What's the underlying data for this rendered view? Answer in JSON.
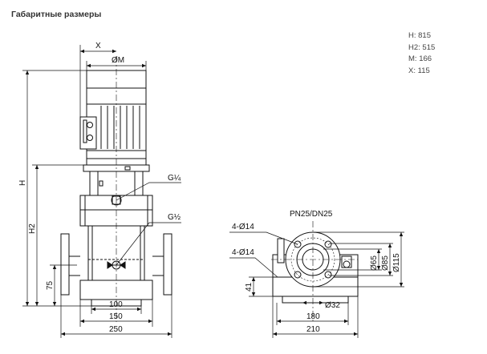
{
  "heading": "Габаритные размеры",
  "specs": [
    "H: 815",
    "H2: 515",
    "M: 166",
    "X: 115"
  ],
  "front_view": {
    "dim_x": "X",
    "dim_m": "ØM",
    "dim_h": "H",
    "dim_h2": "H2",
    "dim_75": "75",
    "port_top": "G¼",
    "port_bottom": "G½",
    "dim_100": "100",
    "dim_150": "150",
    "dim_250": "250"
  },
  "flange_view": {
    "pn": "PN25/DN25",
    "holes_top": "4-Ø14",
    "holes_bottom": "4-Ø14",
    "d65": "Ø65",
    "d85": "Ø85",
    "d115": "Ø115",
    "d32": "Ø32",
    "dim_41": "41",
    "dim_180": "180",
    "dim_210": "210"
  }
}
